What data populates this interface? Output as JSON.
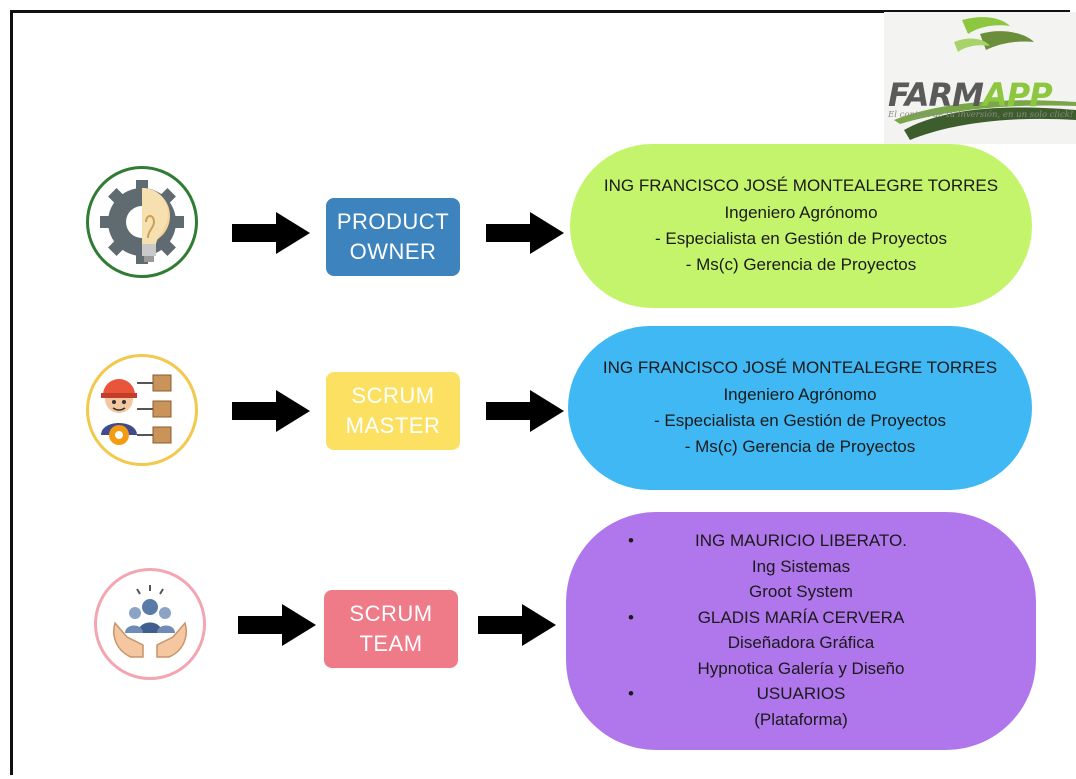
{
  "logo": {
    "brand_part1": "FARM",
    "brand_part2": "APP",
    "tagline": "El control de tu inversión, en un solo click!"
  },
  "rows": [
    {
      "role_line1": "PRODUCT",
      "role_line2": "OWNER",
      "color": "#3d83bd",
      "pill_color": "#c4f46b",
      "icon": "gear-bulb-icon",
      "details": [
        "ING FRANCISCO JOSÉ MONTEALEGRE TORRES",
        "Ingeniero Agrónomo",
        "- Especialista en Gestión de Proyectos",
        "- Ms(c) Gerencia de Proyectos"
      ]
    },
    {
      "role_line1": "SCRUM",
      "role_line2": "MASTER",
      "color": "#fce062",
      "pill_color": "#40b8f4",
      "icon": "worker-boxes-icon",
      "details": [
        "ING FRANCISCO JOSÉ MONTEALEGRE TORRES",
        "Ingeniero Agrónomo",
        "- Especialista en Gestión de Proyectos",
        "- Ms(c) Gerencia de Proyectos"
      ]
    },
    {
      "role_line1": "SCRUM",
      "role_line2": "TEAM",
      "color": "#ef7a88",
      "pill_color": "#b076eb",
      "icon": "team-hands-icon",
      "members": [
        {
          "bullet": "•",
          "name": "ING MAURICIO LIBERATO.",
          "lines": [
            "Ing Sistemas",
            "Groot System"
          ]
        },
        {
          "bullet": "•",
          "name": "GLADIS MARÍA CERVERA",
          "lines": [
            "Diseñadora Gráfica",
            "Hypnotica Galería y Diseño"
          ]
        },
        {
          "bullet": "•",
          "name": "USUARIOS",
          "lines": [
            "(Plataforma)"
          ]
        }
      ]
    }
  ]
}
